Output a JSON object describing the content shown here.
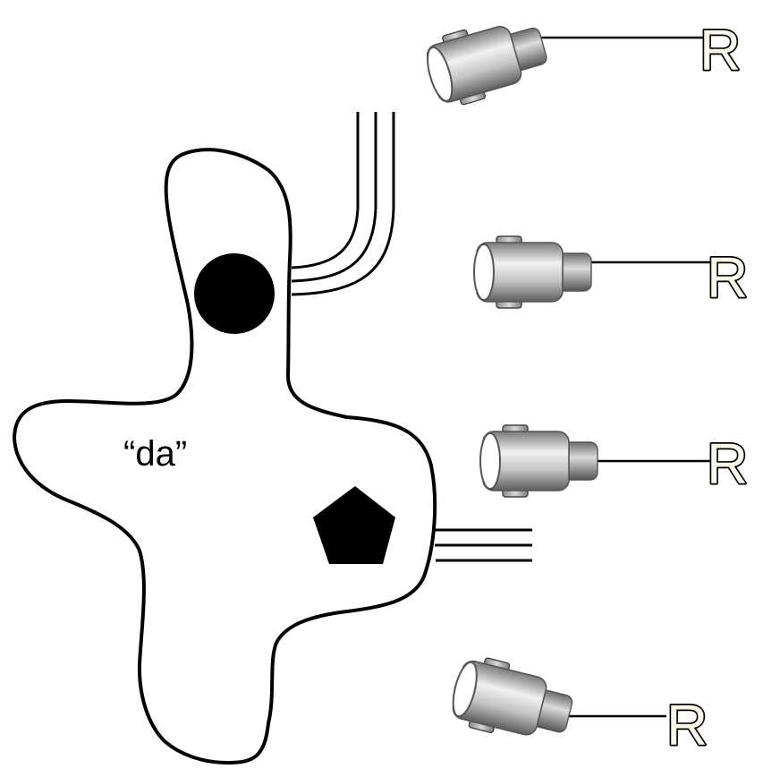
{
  "cell": {
    "label": "“da”"
  },
  "receptors": [
    {
      "letter": "R"
    },
    {
      "letter": "R"
    },
    {
      "letter": "R"
    },
    {
      "letter": "R"
    }
  ],
  "colors": {
    "outline": "#000000",
    "nucleus": "#000000",
    "receptor_body": "#9a9a9a",
    "letter_fill": "#fbf8ea"
  }
}
